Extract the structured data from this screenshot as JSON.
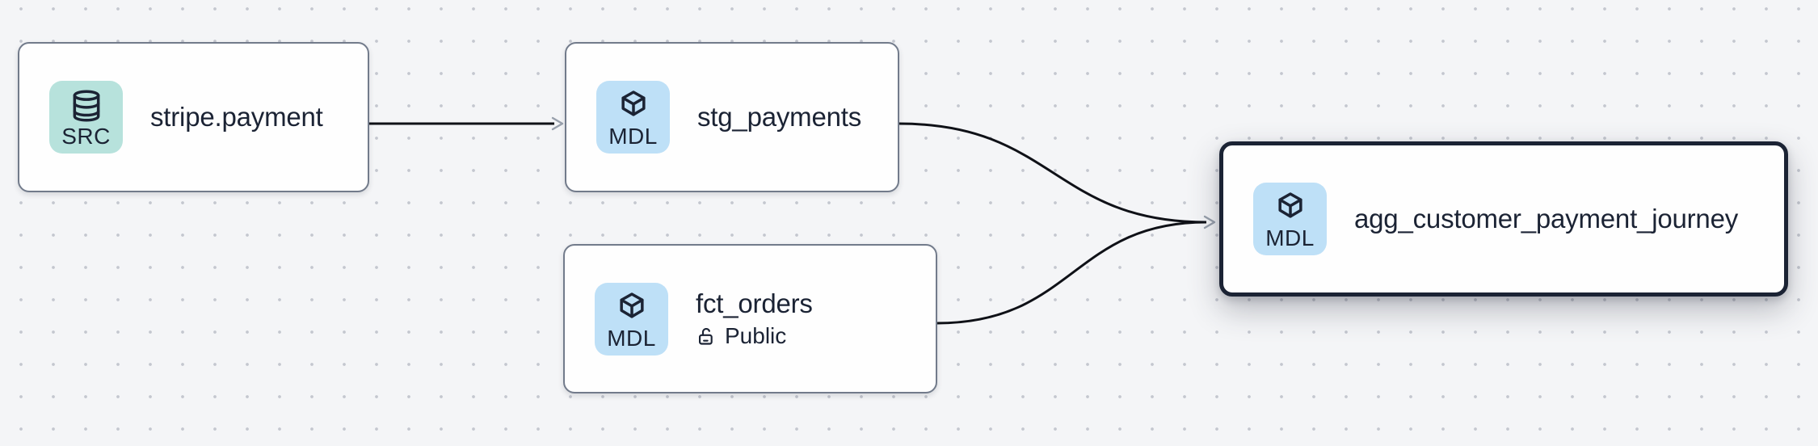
{
  "canvas": {
    "type": "lineage-graph",
    "background_color": "#f4f5f7",
    "dot_color": "#c4c7cf"
  },
  "colors": {
    "node_background": "#fefefe",
    "node_border": "#727b8b",
    "selected_node_border": "#1b2334",
    "edge": "#0f1117",
    "arrowhead": "#98a0ac",
    "text": "#1b2334",
    "source_badge_bg": "#b7e2dc",
    "model_badge_bg": "#bee0f7"
  },
  "nodes": [
    {
      "title": "stripe.payment",
      "badge": {
        "label": "SRC",
        "icon": "database-icon",
        "bg": "#b7e2dc"
      },
      "selected": false
    },
    {
      "title": "stg_payments",
      "badge": {
        "label": "MDL",
        "icon": "cube-icon",
        "bg": "#bee0f7"
      },
      "selected": false
    },
    {
      "title": "fct_orders",
      "badge": {
        "label": "MDL",
        "icon": "cube-icon",
        "bg": "#bee0f7"
      },
      "access": "Public",
      "access_icon": "lock-open-icon",
      "selected": false
    },
    {
      "title": "agg_customer_payment_journey",
      "badge": {
        "label": "MDL",
        "icon": "cube-icon",
        "bg": "#bee0f7"
      },
      "selected": true
    }
  ],
  "edges": [
    {
      "from": "stripe.payment",
      "to": "stg_payments"
    },
    {
      "from": "stg_payments",
      "to": "agg_customer_payment_journey"
    },
    {
      "from": "fct_orders",
      "to": "agg_customer_payment_journey"
    }
  ]
}
